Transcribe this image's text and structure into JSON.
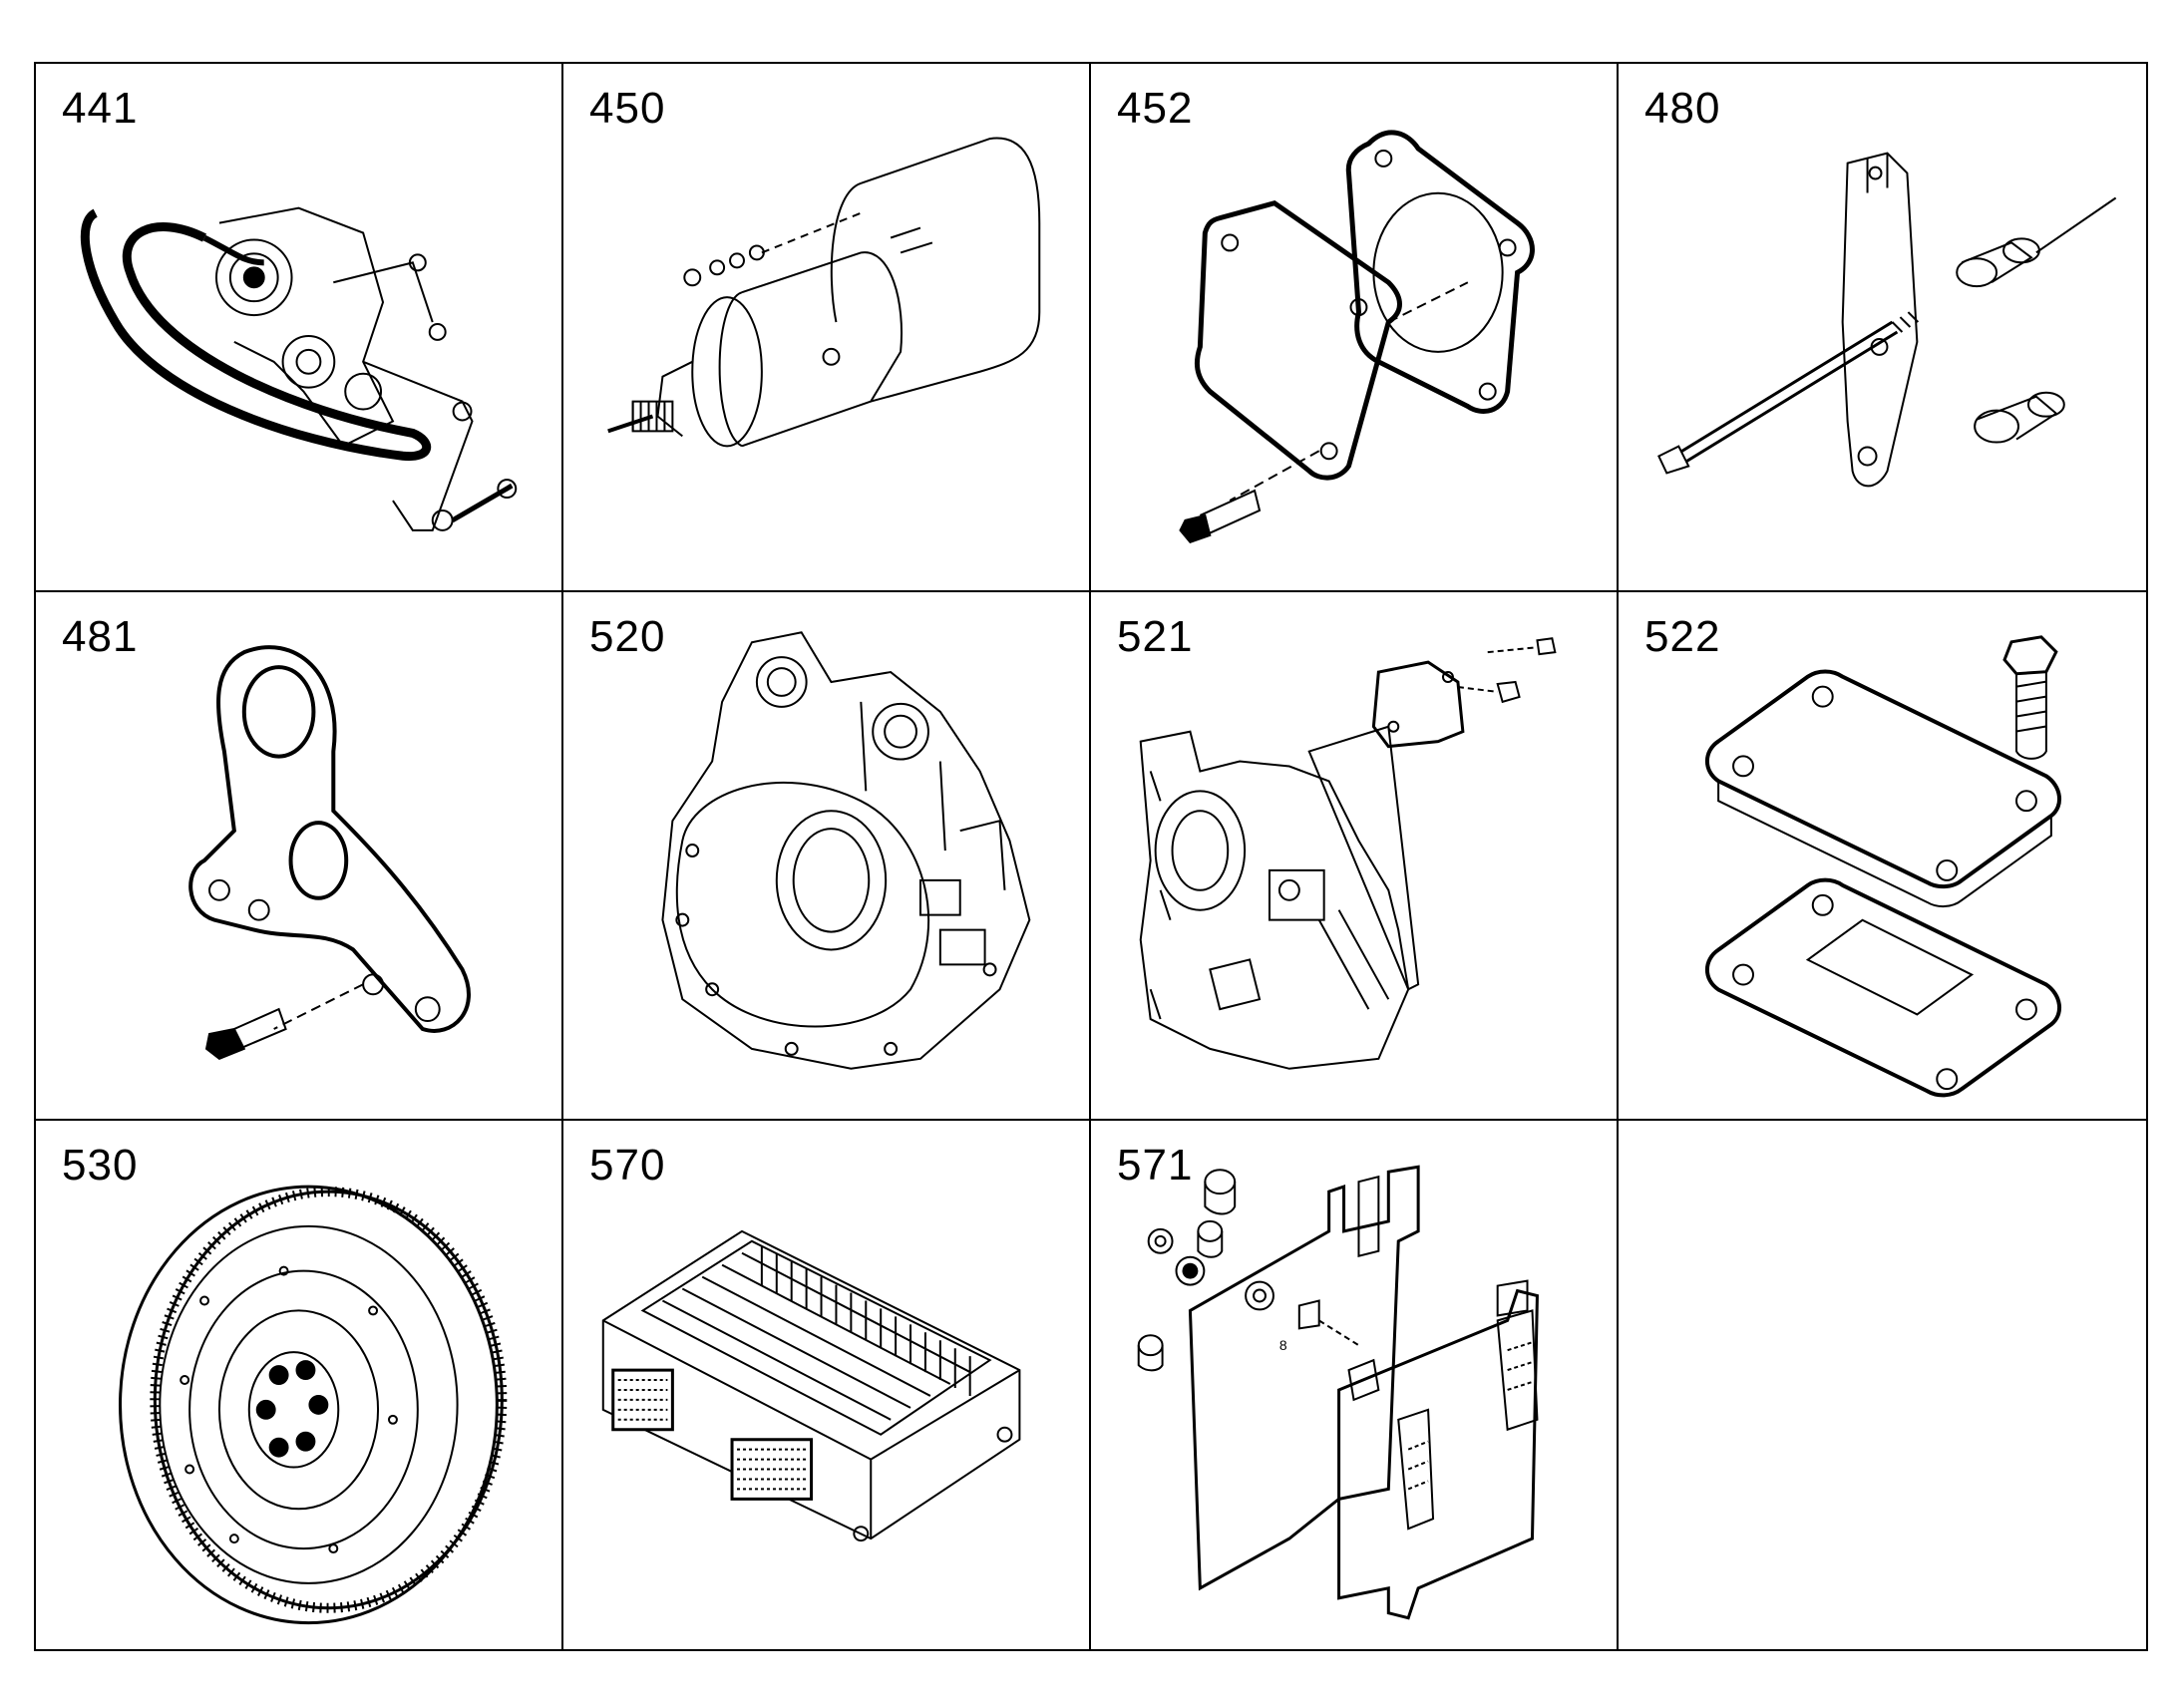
{
  "cells": [
    {
      "number": "441",
      "icon": "belt-tensioner-assembly"
    },
    {
      "number": "450",
      "icon": "starter-motor"
    },
    {
      "number": "452",
      "icon": "cover-plate-gasket"
    },
    {
      "number": "480",
      "icon": "bracket-bolt-spacers"
    },
    {
      "number": "481",
      "icon": "lifting-eye-bracket"
    },
    {
      "number": "520",
      "icon": "flywheel-housing"
    },
    {
      "number": "521",
      "icon": "housing-cover-detail"
    },
    {
      "number": "522",
      "icon": "plate-and-gasket"
    },
    {
      "number": "530",
      "icon": "flywheel"
    },
    {
      "number": "570",
      "icon": "electronic-control-unit"
    },
    {
      "number": "571",
      "icon": "ecu-mounting-bracket"
    },
    {
      "number": "",
      "icon": ""
    }
  ]
}
